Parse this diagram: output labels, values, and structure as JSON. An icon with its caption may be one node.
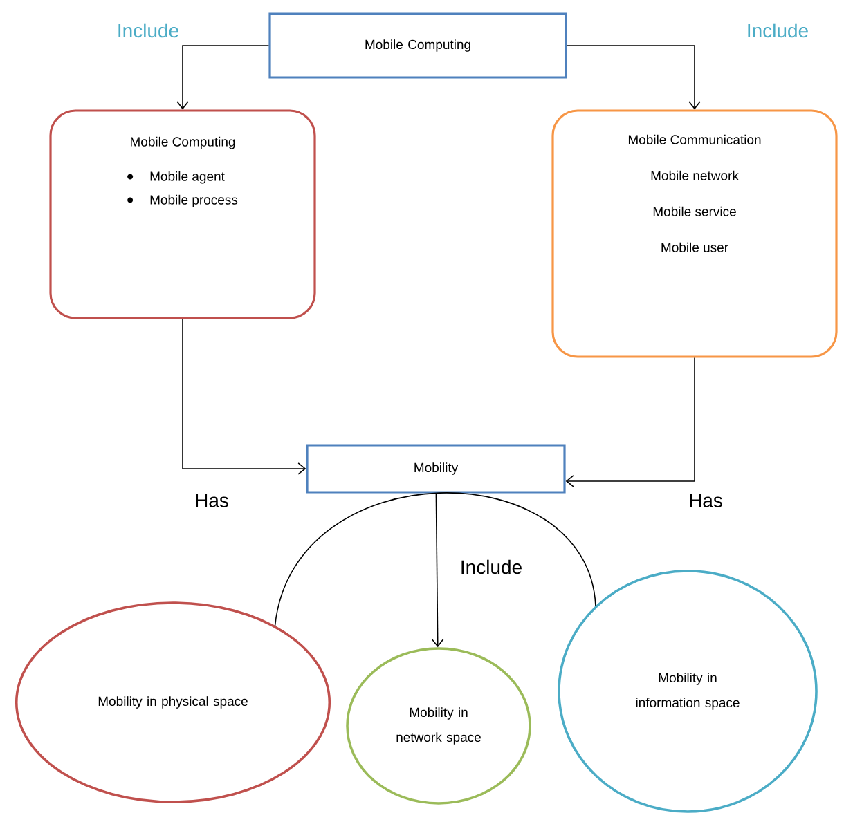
{
  "diagram": {
    "nodes": [
      {
        "text": [
          "Mobile Computing"
        ]
      },
      {
        "text": [
          "Mobile Computing",
          "Mobile agent",
          "Mobile process"
        ]
      },
      {
        "text": [
          "Mobile Communication",
          "Mobile network",
          "Mobile service",
          "Mobile user"
        ]
      },
      {
        "text": [
          "Mobility"
        ]
      },
      {
        "text": [
          "Mobility in physical space"
        ]
      },
      {
        "text": [
          "Mobility in network space"
        ]
      },
      {
        "text": [
          "Mobility in information space"
        ]
      }
    ],
    "edges": [
      {
        "from": 0,
        "to": 1,
        "arrow": "to",
        "label": "Include"
      },
      {
        "from": 0,
        "to": 2,
        "arrow": "to",
        "label": "Include"
      },
      {
        "from": 1,
        "to": 3,
        "arrow": "to",
        "label": "Has"
      },
      {
        "from": 2,
        "to": 3,
        "arrow": "to",
        "label": "Has"
      },
      {
        "from": 3,
        "to": 5,
        "arrow": "to",
        "label": "Include"
      },
      {
        "from": 4,
        "to": 6,
        "arrow": "none"
      }
    ]
  }
}
